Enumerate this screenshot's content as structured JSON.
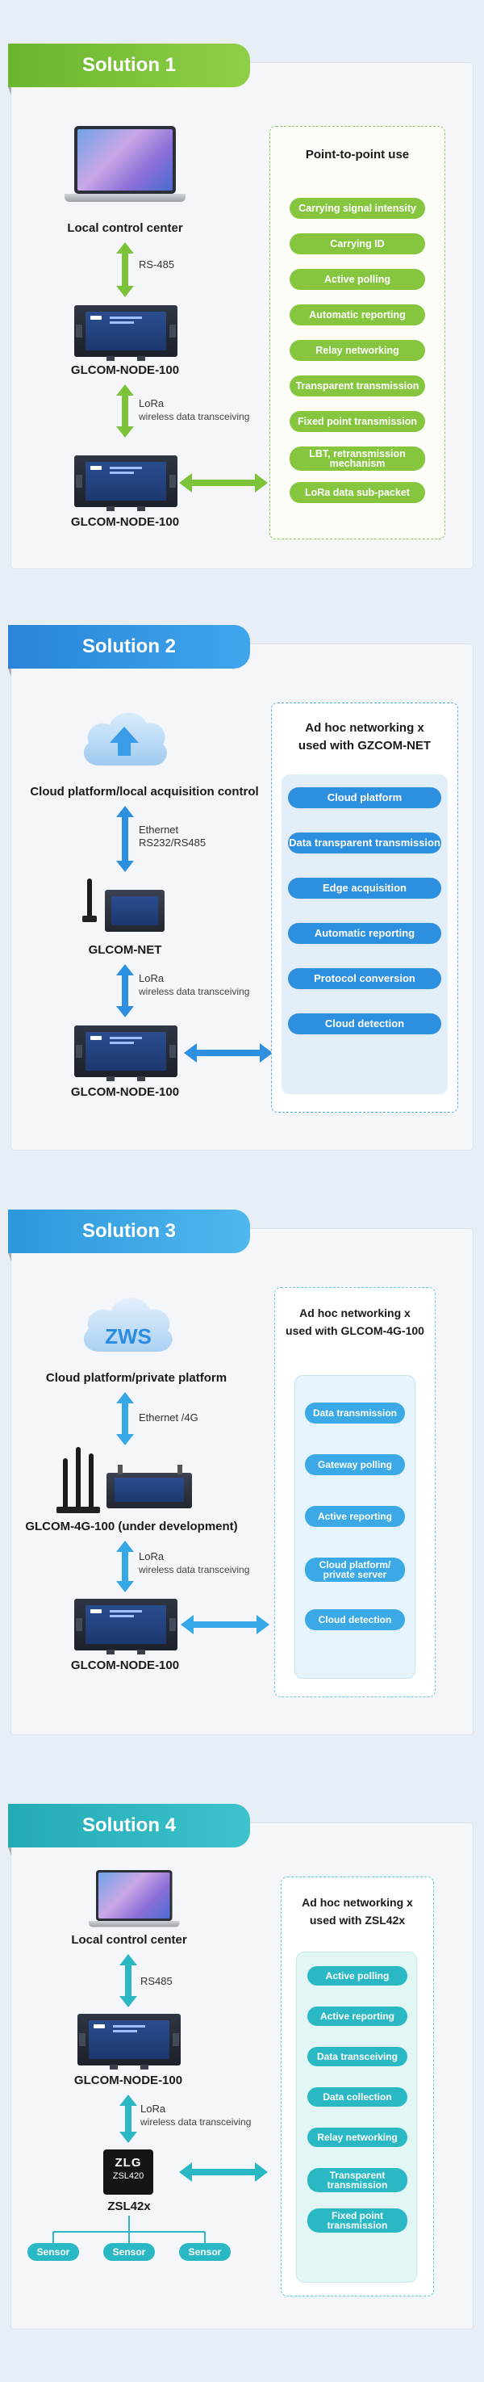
{
  "colors": {
    "green": "#7cc33a",
    "blue": "#2d8fe0",
    "lightblue": "#36a8e8",
    "teal": "#2ab9c4"
  },
  "solution1": {
    "title": "Solution 1",
    "device1": "Local control center",
    "link1": "RS-485",
    "device2": "GLCOM-NODE-100",
    "link2_main": "LoRa",
    "link2_sub": "wireless data transceiving",
    "device3": "GLCOM-NODE-100",
    "box_title": "Point-to-point use",
    "features": [
      "Carrying signal intensity",
      "Carrying ID",
      "Active polling",
      "Automatic reporting",
      "Relay networking",
      "Transparent transmission",
      "Fixed point transmission",
      "LBT, retransmission mechanism",
      "LoRa data sub-packet"
    ]
  },
  "solution2": {
    "title": "Solution 2",
    "device1": "Cloud platform/local acquisition control",
    "link1_main": "Ethernet",
    "link1_sub": "RS232/RS485",
    "device2": "GLCOM-NET",
    "link2_main": "LoRa",
    "link2_sub": "wireless data transceiving",
    "device3": "GLCOM-NODE-100",
    "box_title_1": "Ad hoc networking x",
    "box_title_2": "used with GZCOM-NET",
    "features": [
      "Cloud platform",
      "Data transparent transmission",
      "Edge acquisition",
      "Automatic reporting",
      "Protocol conversion",
      "Cloud detection"
    ]
  },
  "solution3": {
    "title": "Solution 3",
    "cloud_text": "ZWS",
    "device1": "Cloud platform/private platform",
    "link1": "Ethernet /4G",
    "device2": "GLCOM-4G-100 (under development)",
    "link2_main": "LoRa",
    "link2_sub": "wireless data transceiving",
    "device3": "GLCOM-NODE-100",
    "box_title_1": "Ad hoc networking x",
    "box_title_2": "used with GLCOM-4G-100",
    "features": [
      "Data transmission",
      "Gateway polling",
      "Active reporting",
      "Cloud platform/ private server",
      "Cloud detection"
    ]
  },
  "solution4": {
    "title": "Solution 4",
    "device1": "Local control center",
    "link1": "RS485",
    "device2": "GLCOM-NODE-100",
    "link2_main": "LoRa",
    "link2_sub": "wireless data transceiving",
    "chip_brand": "ZLG",
    "chip_model": "ZSL420",
    "device3": "ZSL42x",
    "sensors": [
      "Sensor",
      "Sensor",
      "Sensor"
    ],
    "box_title_1": "Ad hoc networking x",
    "box_title_2": "used with ZSL42x",
    "features": [
      "Active polling",
      "Active reporting",
      "Data transceiving",
      "Data collection",
      "Relay networking",
      "Transparent transmission",
      "Fixed point transmission"
    ]
  }
}
